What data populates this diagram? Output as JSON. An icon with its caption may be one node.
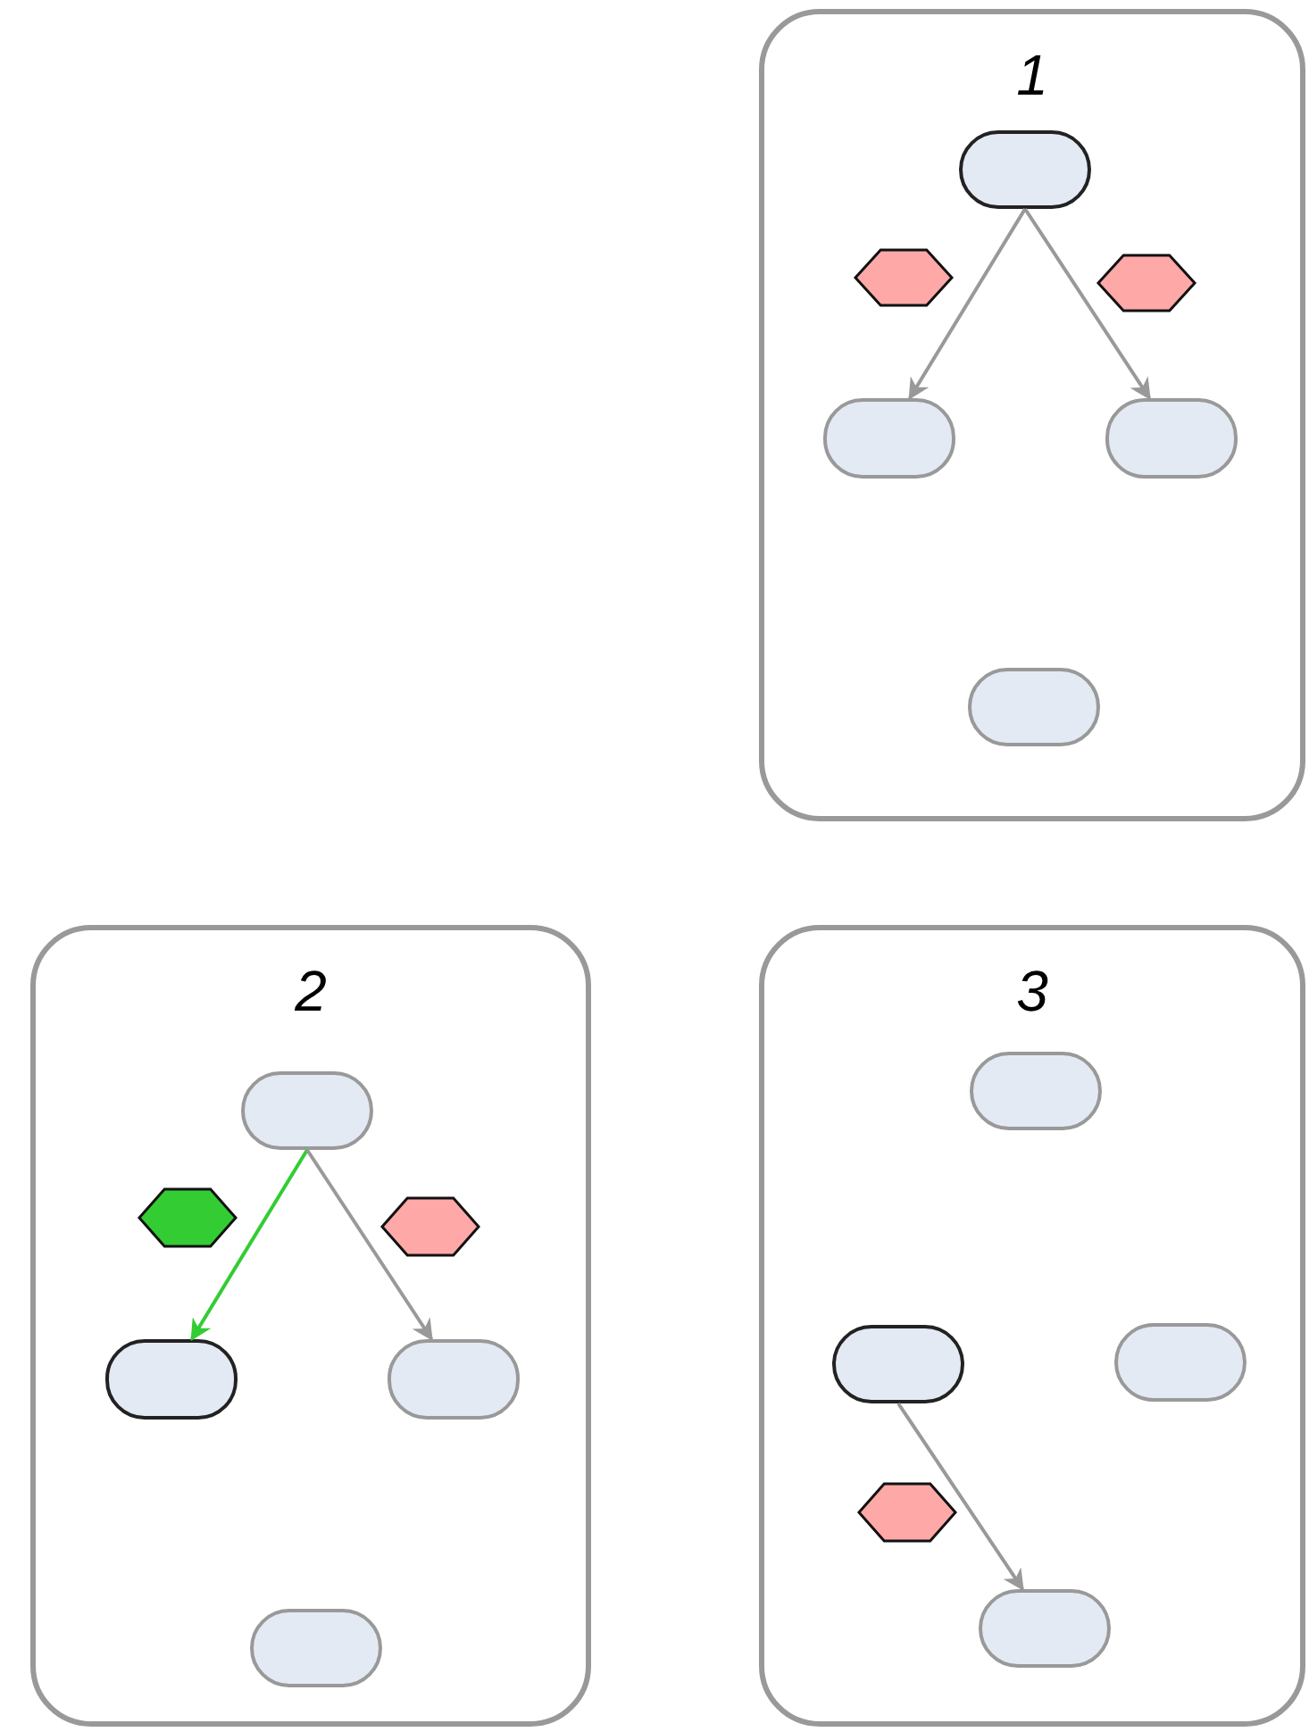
{
  "diagram": {
    "nodes": [
      {
        "text": [
          "1"
        ]
      },
      {
        "text": [],
        "shape": "box",
        "in": 0
      },
      {
        "text": [],
        "shape": "hexagon",
        "in": 0
      },
      {
        "text": [],
        "shape": "hexagon",
        "in": 0
      },
      {
        "text": [],
        "shape": "box",
        "in": 0
      },
      {
        "text": [],
        "shape": "box",
        "in": 0
      },
      {
        "text": [],
        "shape": "box",
        "in": 0
      },
      {
        "text": [
          "2"
        ]
      },
      {
        "text": [],
        "shape": "box",
        "in": 7
      },
      {
        "text": [],
        "shape": "hexagon",
        "in": 7
      },
      {
        "text": [],
        "shape": "hexagon",
        "in": 7
      },
      {
        "text": [],
        "shape": "box",
        "in": 7
      },
      {
        "text": [],
        "shape": "box",
        "in": 7
      },
      {
        "text": [],
        "shape": "box",
        "in": 7
      },
      {
        "text": [
          "3"
        ]
      },
      {
        "text": [],
        "shape": "box",
        "in": 14
      },
      {
        "text": [],
        "shape": "box",
        "in": 14
      },
      {
        "text": [],
        "shape": "box",
        "in": 14
      },
      {
        "text": [],
        "shape": "hexagon",
        "in": 14
      },
      {
        "text": [],
        "shape": "box",
        "in": 14
      }
    ],
    "edges": [
      {
        "from": 1,
        "to": 4,
        "arrow": "to"
      },
      {
        "from": 1,
        "to": 5,
        "arrow": "to"
      },
      {
        "from": 8,
        "to": 11,
        "arrow": "to",
        "color": "#33cc33"
      },
      {
        "from": 8,
        "to": 12,
        "arrow": "to"
      },
      {
        "from": 16,
        "to": 19,
        "arrow": "to"
      }
    ]
  }
}
